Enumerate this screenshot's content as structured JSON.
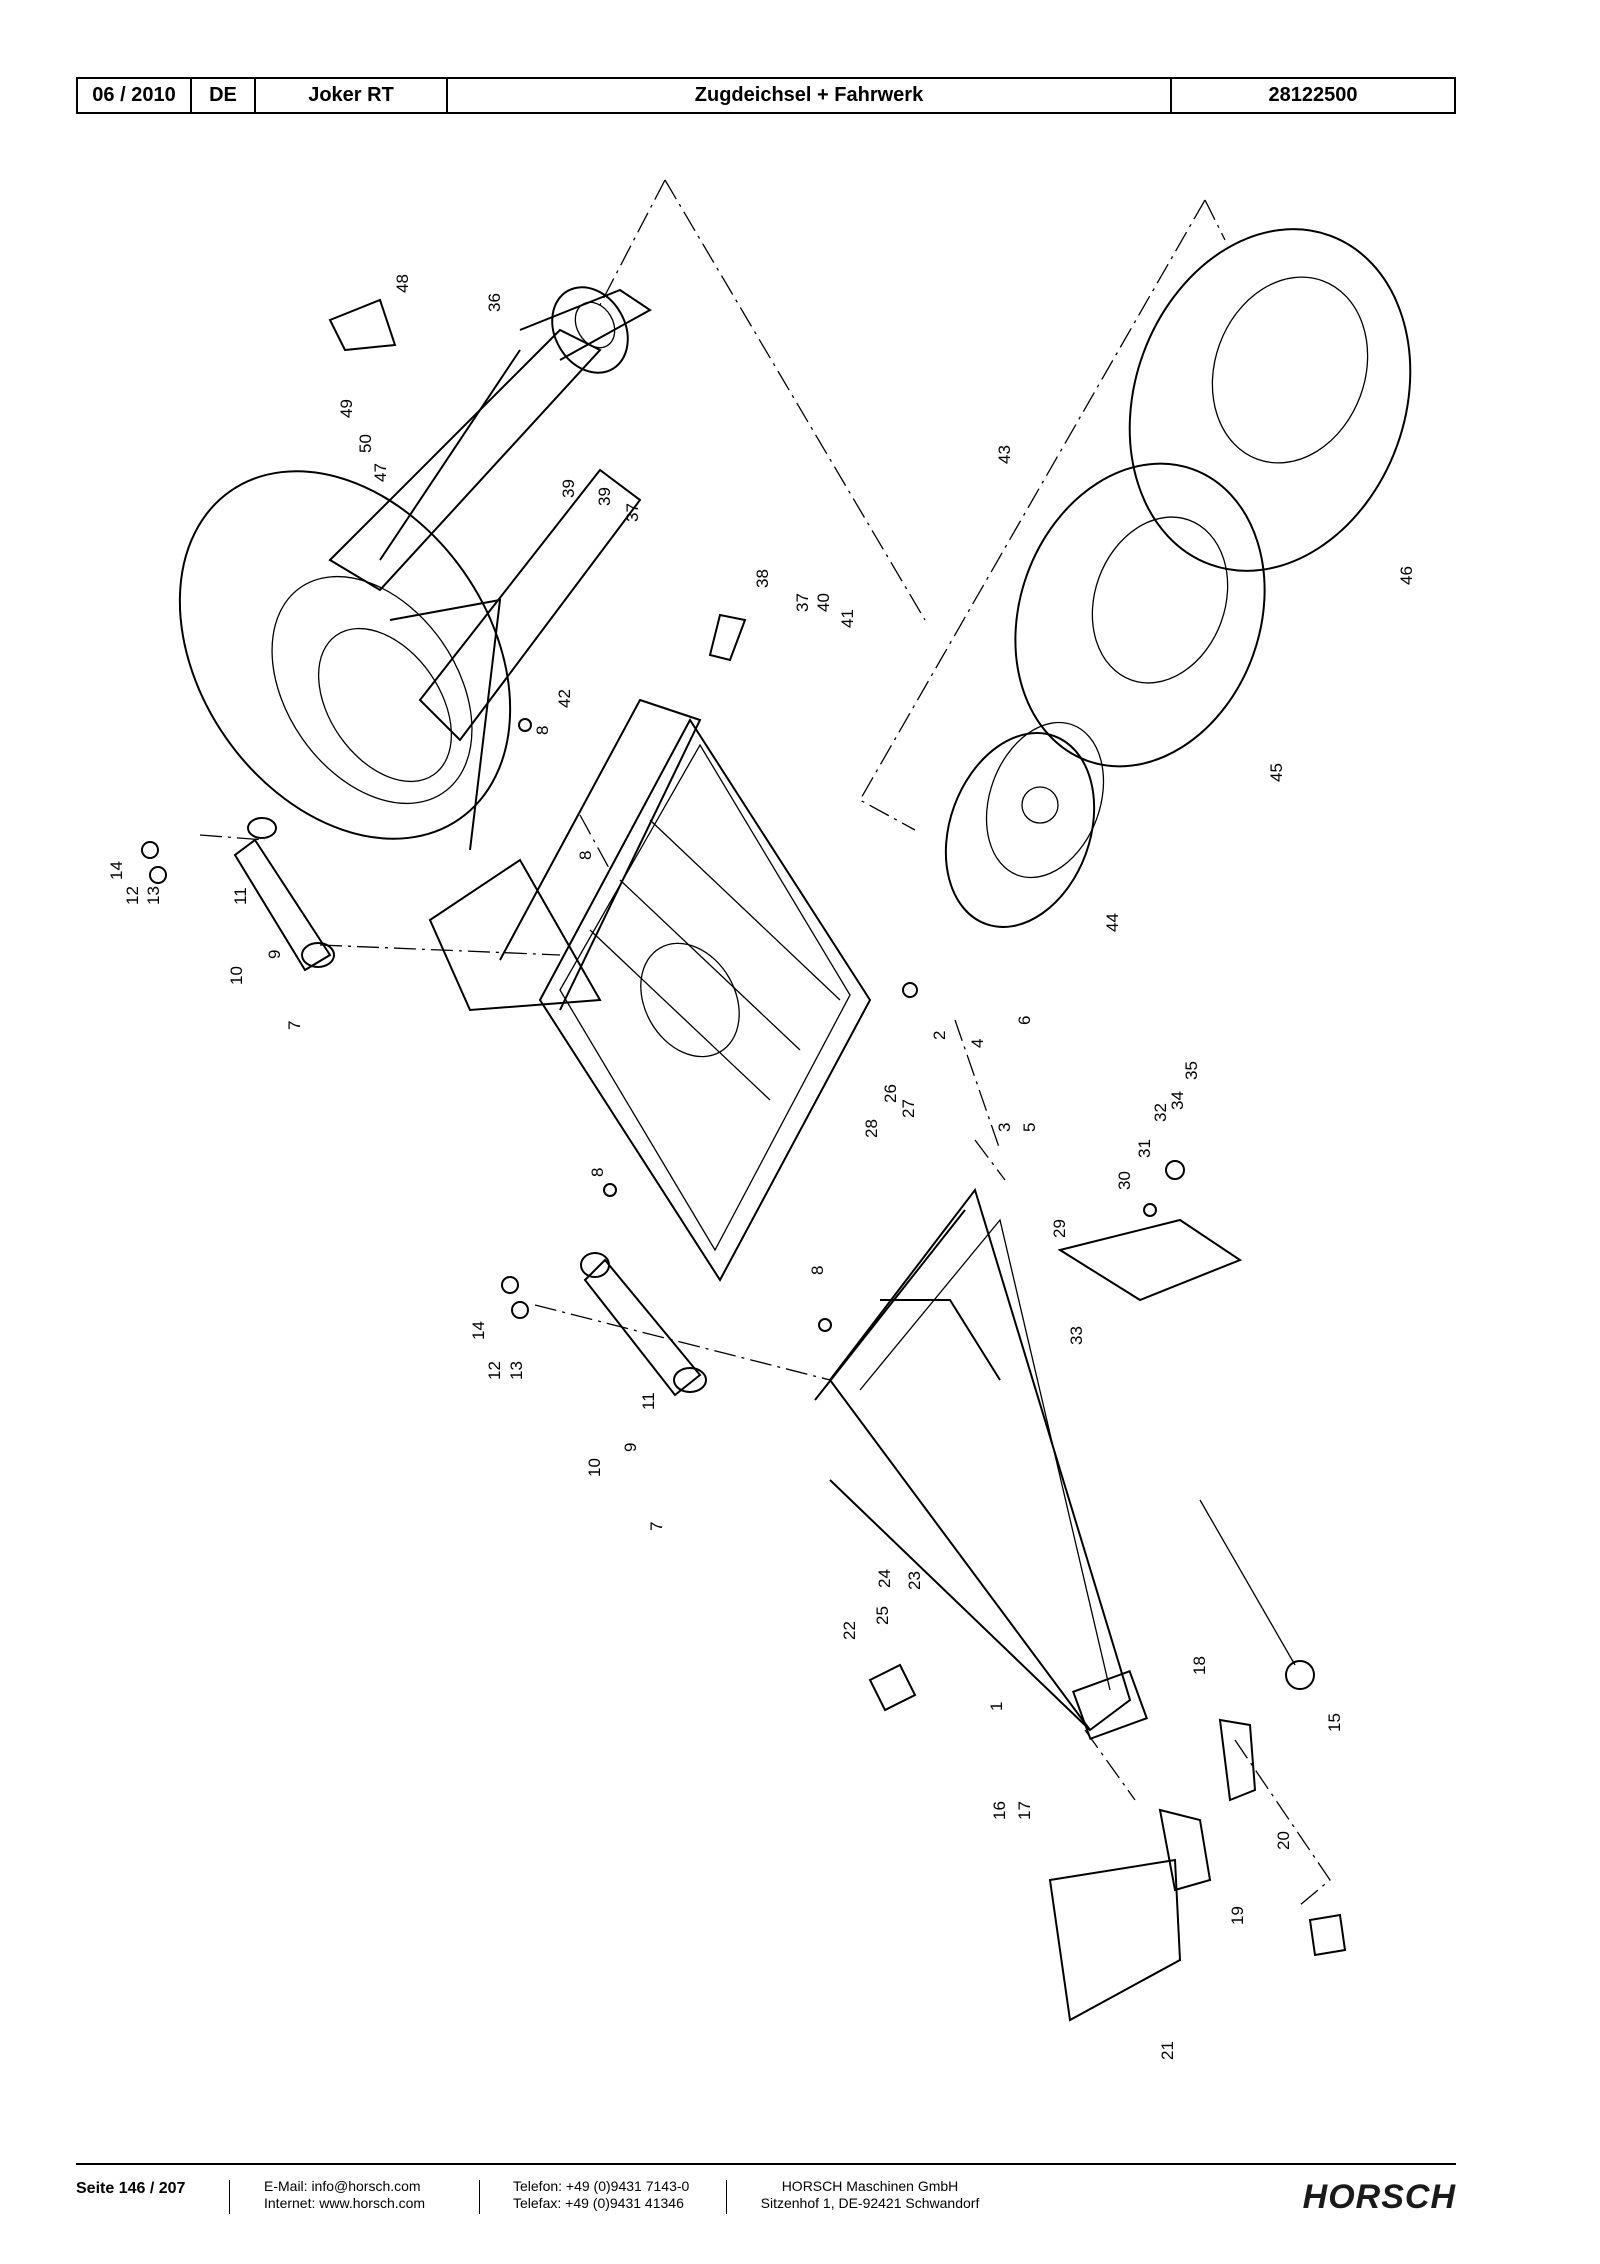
{
  "header": {
    "date": "06 / 2010",
    "language": "DE",
    "model": "Joker RT",
    "title": "Zugdeichsel + Fahrwerk",
    "doc_number": "28122500"
  },
  "part_numbers": {
    "p1": "1",
    "p2": "2",
    "p3": "3",
    "p4": "4",
    "p5": "5",
    "p6": "6",
    "p7": "7",
    "p8": "8",
    "p9": "9",
    "p10": "10",
    "p11": "11",
    "p12": "12",
    "p13": "13",
    "p14": "14",
    "p15": "15",
    "p16": "16",
    "p17": "17",
    "p18": "18",
    "p19": "19",
    "p20": "20",
    "p21": "21",
    "p22": "22",
    "p23": "23",
    "p24": "24",
    "p25": "25",
    "p26": "26",
    "p27": "27",
    "p28": "28",
    "p29": "29",
    "p30": "30",
    "p31": "31",
    "p32": "32",
    "p33": "33",
    "p34": "34",
    "p35": "35",
    "p36": "36",
    "p37": "37",
    "p38": "38",
    "p39": "39",
    "p40": "40",
    "p41": "41",
    "p42": "42",
    "p43": "43",
    "p44": "44",
    "p45": "45",
    "p46": "46",
    "p47": "47",
    "p48": "48",
    "p49": "49",
    "p50": "50"
  },
  "footer": {
    "page": "Seite 146 / 207",
    "email": "E-Mail: info@horsch.com",
    "internet": "Internet: www.horsch.com",
    "phone": "Telefon: +49 (0)9431 7143-0",
    "fax": "Telefax: +49 (0)9431 41346",
    "company": "HORSCH Maschinen GmbH",
    "address": "Sitzenhof 1, DE-92421 Schwandorf",
    "logo_text": "HORSCH"
  }
}
